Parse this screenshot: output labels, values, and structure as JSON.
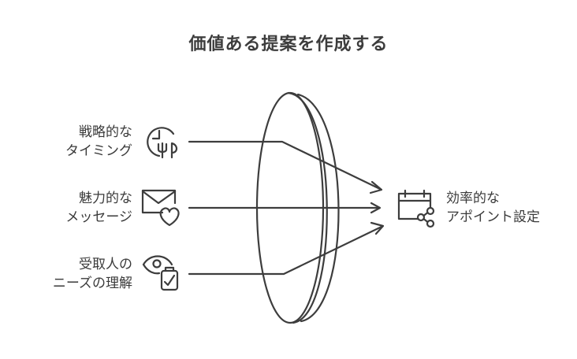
{
  "title": "価値ある提案を作成する",
  "inputs": [
    {
      "line1": "戦略的な",
      "line2": "タイミング",
      "icon": "clock-cutlery-icon"
    },
    {
      "line1": "魅力的な",
      "line2": "メッセージ",
      "icon": "envelope-heart-icon"
    },
    {
      "line1": "受取人の",
      "line2": "ニーズの理解",
      "icon": "eye-clipboard-icon"
    }
  ],
  "output": {
    "line1": "効率的な",
    "line2": "アポイント設定",
    "icon": "calendar-share-icon"
  },
  "colors": {
    "stroke": "#3d3d3d",
    "text": "#3a3a3a",
    "background": "#ffffff"
  }
}
